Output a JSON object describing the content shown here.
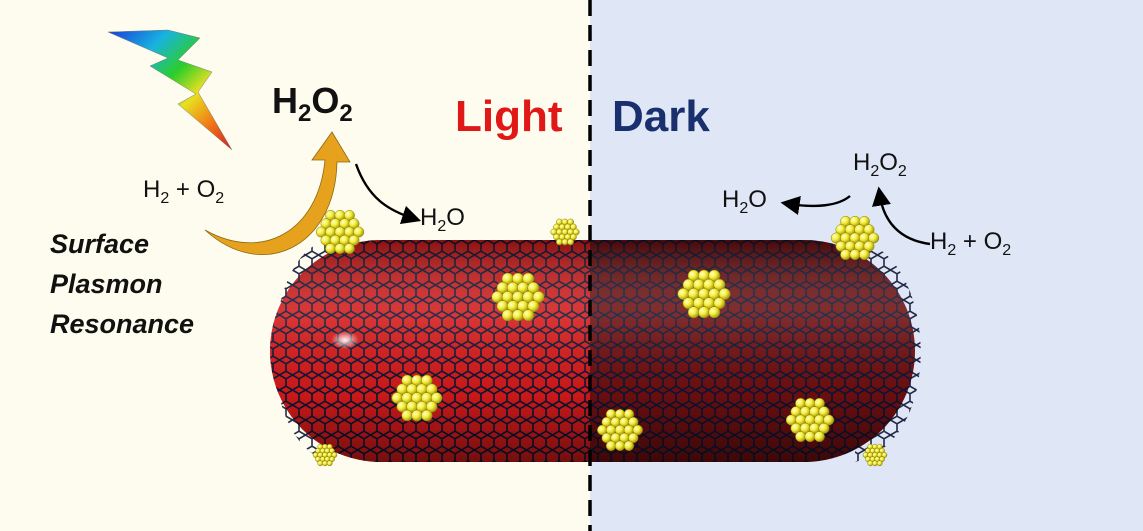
{
  "panels": {
    "light": {
      "label": "Light",
      "color": "#e01818",
      "background": "#fdfcef"
    },
    "dark": {
      "label": "Dark",
      "color": "#1a2f6e",
      "background": "#dfe6f6"
    }
  },
  "left_reaction": {
    "product_main": {
      "base": "H",
      "s1": "2",
      "mid": "O",
      "s2": "2"
    },
    "reactants": {
      "a": "H",
      "a_sub": "2",
      "plus": " + O",
      "b_sub": "2"
    },
    "by_product": {
      "base": "H",
      "sub": "2",
      "tail": "O"
    }
  },
  "right_reaction": {
    "intermediate": {
      "base": "H",
      "s1": "2",
      "mid": "O",
      "s2": "2"
    },
    "product": {
      "base": "H",
      "sub": "2",
      "tail": "O"
    },
    "reactants": {
      "a": "H",
      "a_sub": "2",
      "plus": " + O",
      "b_sub": "2"
    }
  },
  "mechanism": {
    "lines": [
      "Surface",
      "Plasmon",
      "Resonance"
    ]
  },
  "colors": {
    "nanotube_light": "#d31a1a",
    "nanotube_dark": "#6e0f10",
    "lattice": "#0c1433",
    "gold_cluster": "#f4ee3c",
    "arrow_gold": "#e6a11d",
    "arrow_black": "#000000"
  },
  "icons": [
    "rainbow-lightning-icon"
  ]
}
